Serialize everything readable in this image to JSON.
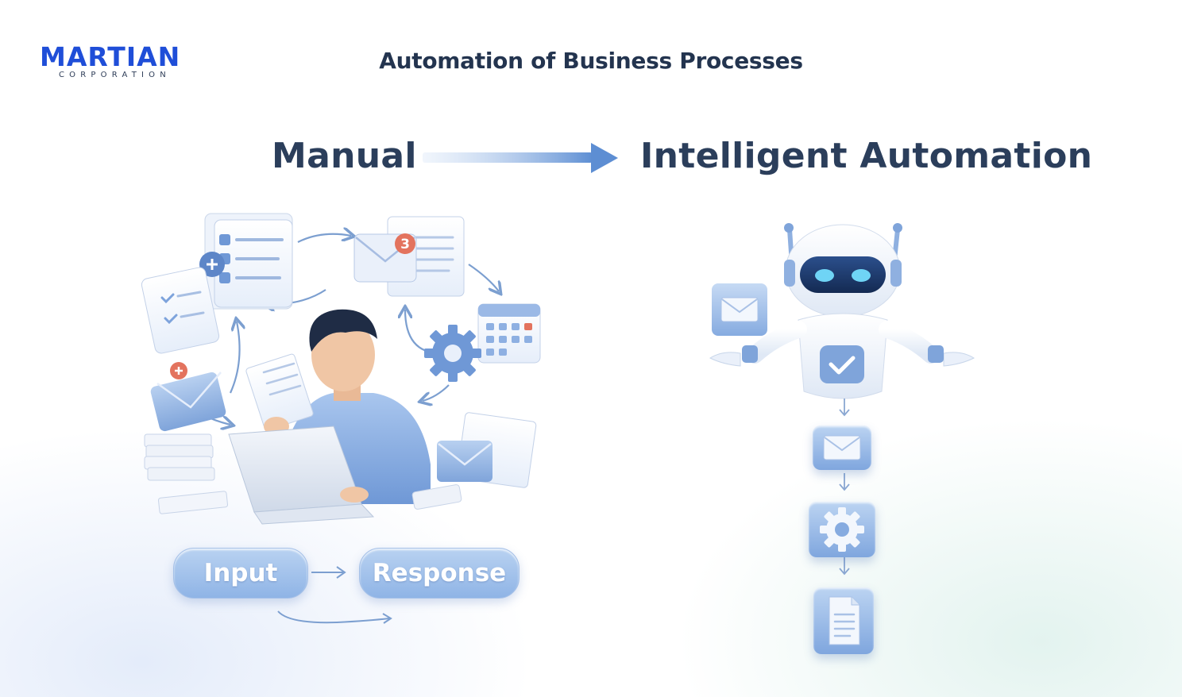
{
  "logo": {
    "wordmark": "MARTIAN",
    "subtitle": "CORPORATION",
    "color": "#1f4ed8"
  },
  "page_title": "Automation of Business Processes",
  "headings": {
    "left": "Manual",
    "right": "Intelligent Automation"
  },
  "flow": {
    "input_label": "Input",
    "response_label": "Response"
  },
  "illustration": {
    "notification_badge": "3"
  },
  "colors": {
    "accent": "#6f9ad8",
    "text_dark": "#23344f",
    "badge": "#e3735e"
  }
}
